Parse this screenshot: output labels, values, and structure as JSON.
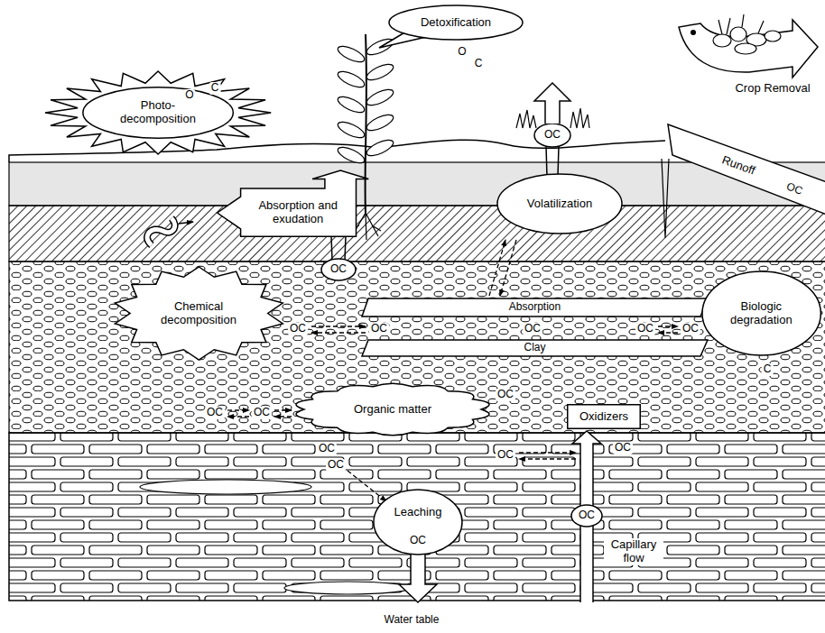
{
  "diagram": {
    "nodes": [
      {
        "text": [
          "Detoxification"
        ]
      },
      {
        "text": [
          "Photo- decomposition"
        ]
      },
      {
        "text": [
          "Absorption and exudation"
        ]
      },
      {
        "text": [
          "Volatilization"
        ]
      },
      {
        "text": [
          "Chemical decomposition"
        ]
      },
      {
        "text": [
          "Absorption"
        ]
      },
      {
        "text": [
          "Biologic degradation"
        ]
      },
      {
        "text": [
          "Clay"
        ]
      },
      {
        "text": [
          "Organic matter"
        ]
      },
      {
        "text": [
          "Oxidizers"
        ]
      },
      {
        "text": [
          "Leaching"
        ]
      }
    ],
    "labels": [
      "O",
      "C",
      "O",
      "C",
      "Crop Removal",
      "OC",
      "Runoff",
      "OC",
      "OC",
      "OC",
      "OC",
      "OC",
      "OC",
      "OC",
      "C",
      "OC",
      "OC",
      "OC",
      "OC",
      "OC",
      "OC",
      "OC",
      "OC",
      "OC",
      "Capillary flow",
      "Water table"
    ]
  }
}
